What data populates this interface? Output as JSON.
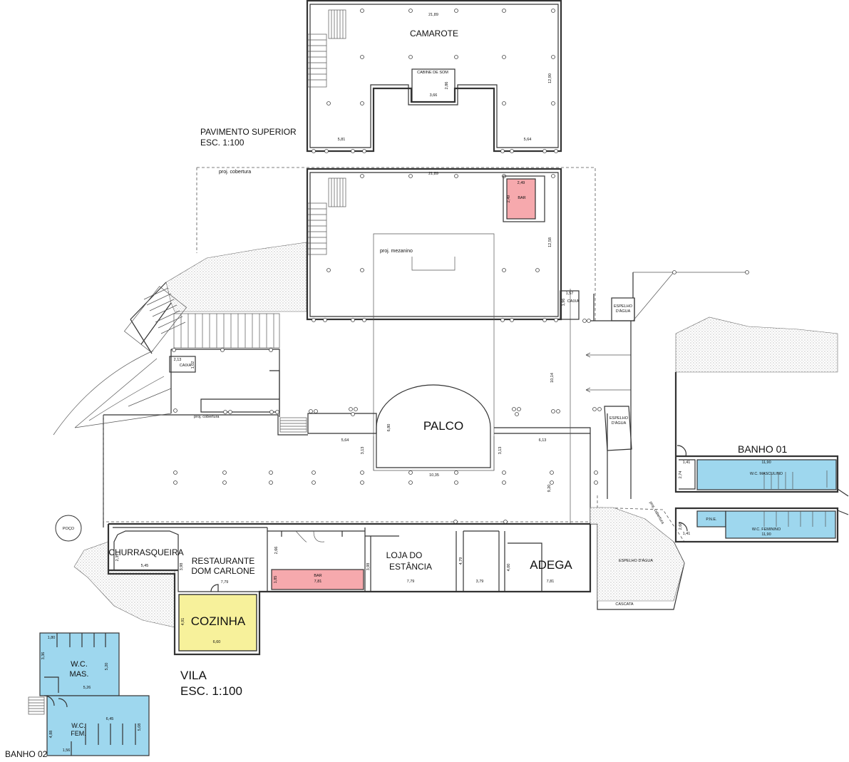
{
  "headings": {
    "upper_floor": "PAVIMENTO SUPERIOR",
    "upper_scale": "ESC. 1:100",
    "vila": "VILA",
    "vila_scale": "ESC. 1:100",
    "banho01": "BANHO 01",
    "banho02": "BANHO 02"
  },
  "rooms": {
    "camarote": "CAMAROTE",
    "cabine": "CABINE DE SOM",
    "bar_top": "BAR",
    "proj_mezanino": "proj. mezanino",
    "proj_cobertura": "proj. cobertura",
    "proj_cobertura_small": "proj. cobertura",
    "proj_cobertura_diag": "proj. cobertura",
    "caixa_right": "CAIXA",
    "caixa_left": "CAIXA",
    "espelho1": "ESPELHO",
    "espelho1b": "D'ÁGUA",
    "espelho2": "ESPELHO",
    "espelho2b": "D'ÁGUA",
    "espelho3": "ESPELHO D'ÁGUA",
    "cascata": "CASCATA",
    "palco": "PALCO",
    "poco": "POÇO",
    "churrasqueira": "CHURRASQUEIRA",
    "restaurante1": "RESTAURANTE",
    "restaurante2": "DOM CARLONE",
    "bar_bottom": "BAR",
    "loja1": "LOJA DO",
    "loja2": "ESTÂNCIA",
    "adega": "ADEGA",
    "cozinha": "COZINHA",
    "wc_masculino": "W.C. MASCULINO",
    "wc_feminino": "W.C. FEMININO",
    "pne": "P.N.E.",
    "wc_mas1": "W.C.",
    "wc_mas2": "MAS.",
    "wc_fem1": "W.C.",
    "wc_fem2": "FEM."
  },
  "dims": {
    "d_2189_top": "21,89",
    "d_1290": "12,90",
    "d_366": "3,66",
    "d_286": "2,86",
    "d_581": "5,81",
    "d_564_top": "5,64",
    "d_2189_mid": "21,89",
    "d_249a": "2,49",
    "d_249b": "2,49",
    "d_1258": "12,58",
    "d_157": "1,57",
    "d_196": "1,96",
    "d_1014": "10,14",
    "d_213": "2,13",
    "d_102": "1,02",
    "d_564_mid": "5,64",
    "d_313a": "3,13",
    "d_680": "6,80",
    "d_313b": "3,13",
    "d_613": "6,13",
    "d_1035": "10,35",
    "d_920": "9,20",
    "d_235": "2,35",
    "d_545": "5,45",
    "d_398": "3,98",
    "d_266": "2,66",
    "d_779": "7,79",
    "d_185": "1,85",
    "d_781a": "7,81",
    "d_398b": "3,98",
    "d_779b": "7,79",
    "d_479": "4,79",
    "d_379": "3,79",
    "d_400": "4,00",
    "d_781b": "7,81",
    "d_491": "4,91",
    "d_660": "6,60",
    "d_141a": "1,41",
    "d_274": "2,74",
    "d_1190a": "11,90",
    "d_141b": "1,41",
    "d_268": "2,68",
    "d_1190b": "11,90",
    "d_180": "1,80",
    "d_336": "3,36",
    "d_520": "5,20",
    "d_526": "5,26",
    "d_645": "6,45",
    "d_508": "5,08",
    "d_488": "4,88",
    "d_156": "1,56"
  },
  "colors": {
    "wc": "#9ed7ee",
    "bar": "#f6a9ad",
    "kitchen": "#f7f19b"
  }
}
